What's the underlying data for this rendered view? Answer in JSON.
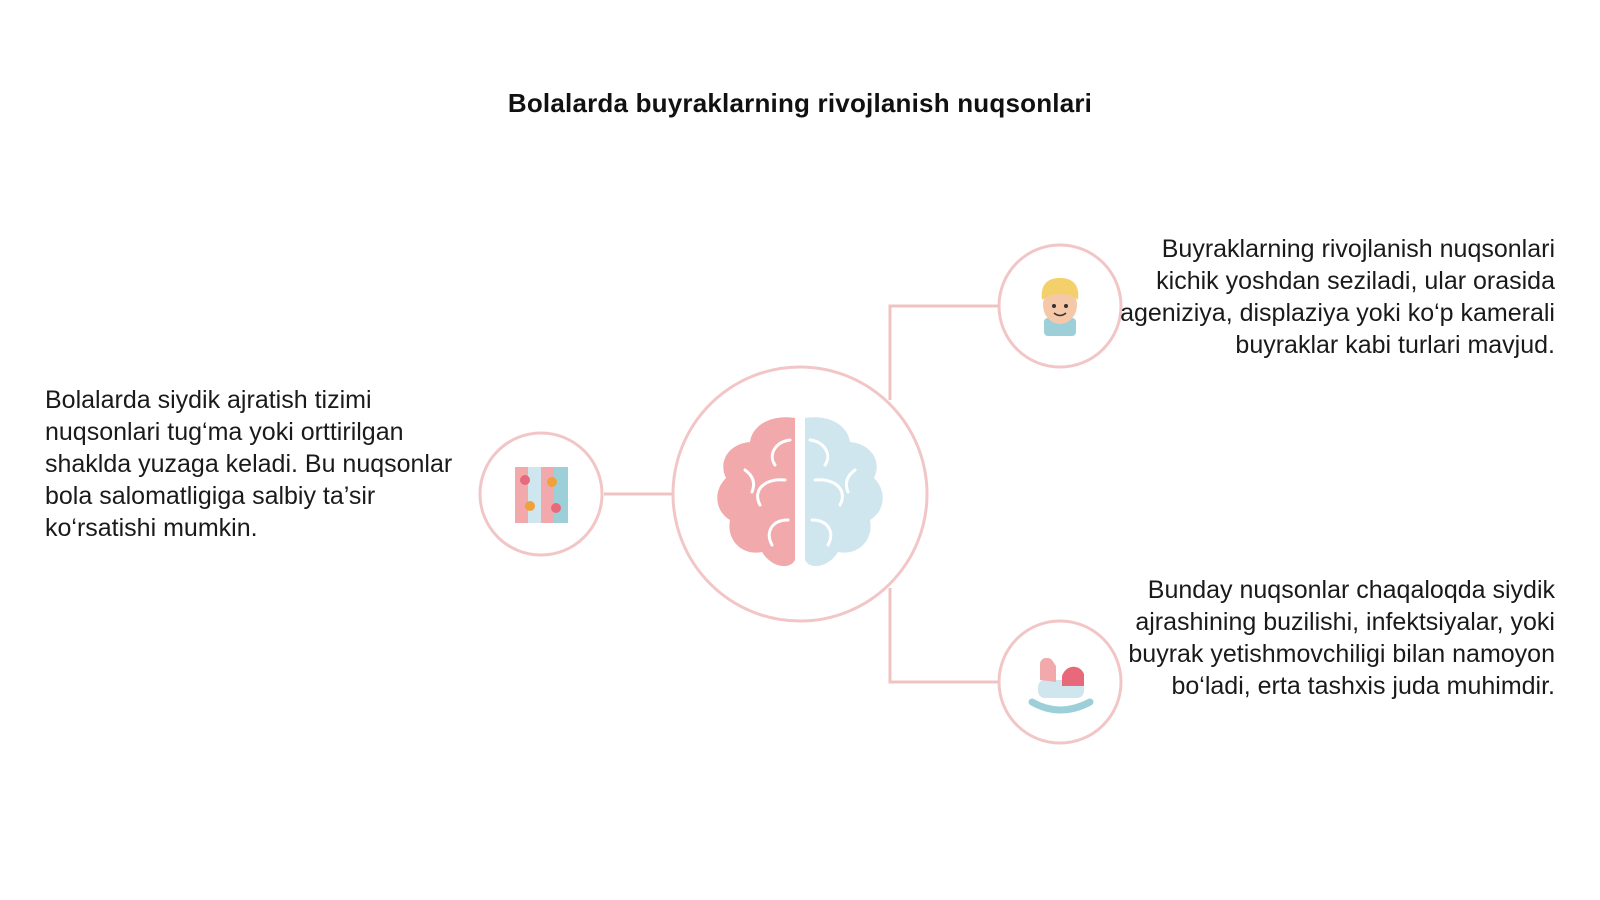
{
  "title": "Bolalarda buyraklarning rivojlanish nuqsonlari",
  "left_text": "Bolalarda siydik ajratish tizimi nuqsonlari tug‘ma yoki orttirilgan shaklda yuzaga keladi. Bu nuqsonlar bola salomatligiga salbiy ta’sir ko‘rsatishi mumkin.",
  "right_top_text": "Buyraklarning rivojlanish nuqsonlari kichik yoshdan seziladi, ular orasida ageniziya, displaziya yoki ko‘p kamerali buyraklar kabi turlari mavjud.",
  "right_bottom_text": "Bunday nuqsonlar chaqaloqda siydik ajrashining buzilishi, infektsiyalar, yoki buyrak yetishmovchiligi bilan namoyon bo‘ladi, erta tashxis juda muhimdir.",
  "colors": {
    "ring": "#f2c6c6",
    "brain_left": "#f1a9ab",
    "brain_right": "#cfe6ee",
    "connector": "#f0c3c3"
  },
  "icons": {
    "center": "brain-icon",
    "left": "puzzle-icon",
    "top_right": "child-face-icon",
    "bottom_right": "rocking-horse-icon"
  }
}
